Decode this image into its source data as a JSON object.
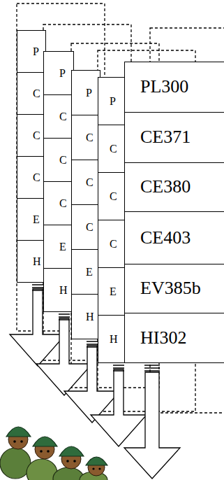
{
  "diagram": {
    "nodes": [
      {
        "text": [
          "P"
        ]
      },
      {
        "text": [
          "C"
        ]
      },
      {
        "text": [
          "C"
        ]
      },
      {
        "text": [
          "C"
        ]
      },
      {
        "text": [
          "E"
        ]
      },
      {
        "text": [
          "H"
        ]
      },
      {
        "text": [
          "P"
        ]
      },
      {
        "text": [
          "C"
        ]
      },
      {
        "text": [
          "C"
        ]
      },
      {
        "text": [
          "C"
        ]
      },
      {
        "text": [
          "E"
        ]
      },
      {
        "text": [
          "H"
        ]
      },
      {
        "text": [
          "P"
        ]
      },
      {
        "text": [
          "C"
        ]
      },
      {
        "text": [
          "C"
        ]
      },
      {
        "text": [
          "C"
        ]
      },
      {
        "text": [
          "E"
        ]
      },
      {
        "text": [
          "H"
        ]
      },
      {
        "text": [
          "P"
        ]
      },
      {
        "text": [
          "C"
        ]
      },
      {
        "text": [
          "C"
        ]
      },
      {
        "text": [
          "C"
        ]
      },
      {
        "text": [
          "E"
        ]
      },
      {
        "text": [
          "H"
        ]
      },
      {
        "text": [
          "PL300"
        ]
      },
      {
        "text": [
          "CE371"
        ]
      },
      {
        "text": [
          "CE380"
        ]
      },
      {
        "text": [
          "CE403"
        ]
      },
      {
        "text": [
          "EV385b"
        ]
      },
      {
        "text": [
          "HI302"
        ]
      }
    ]
  }
}
